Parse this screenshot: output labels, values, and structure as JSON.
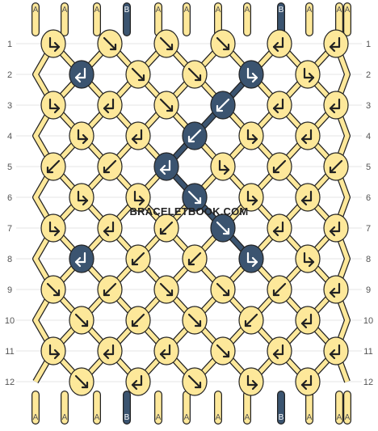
{
  "pattern": {
    "watermark": "BRACELETBOOK.COM",
    "colors": {
      "A": "#fde89a",
      "B": "#3b5470",
      "outline": "#222222",
      "grid": "#e6e6e6"
    },
    "strands_top": [
      "A",
      "A",
      "A",
      "B",
      "A",
      "A",
      "A",
      "A",
      "B",
      "A",
      "A",
      "A"
    ],
    "strands_bottom": [
      "A",
      "A",
      "A",
      "B",
      "A",
      "A",
      "A",
      "A",
      "B",
      "A",
      "A",
      "A"
    ],
    "row_labels": [
      "1",
      "2",
      "3",
      "4",
      "5",
      "6",
      "7",
      "8",
      "9",
      "10",
      "11",
      "12"
    ],
    "rows": [
      [
        {
          "c": "A",
          "d": "fb"
        },
        {
          "c": "A",
          "d": "f"
        },
        {
          "c": "A",
          "d": "f"
        },
        {
          "c": "A",
          "d": "f"
        },
        {
          "c": "A",
          "d": "bf"
        },
        {
          "c": "A",
          "d": "bf"
        }
      ],
      [
        {
          "c": "B",
          "d": "bf"
        },
        {
          "c": "A",
          "d": "f"
        },
        {
          "c": "A",
          "d": "f"
        },
        {
          "c": "B",
          "d": "fb"
        },
        {
          "c": "A",
          "d": "fb"
        }
      ],
      [
        {
          "c": "A",
          "d": "fb"
        },
        {
          "c": "A",
          "d": "bf"
        },
        {
          "c": "A",
          "d": "f"
        },
        {
          "c": "B",
          "d": "b"
        },
        {
          "c": "A",
          "d": "bf"
        },
        {
          "c": "A",
          "d": "bf"
        }
      ],
      [
        {
          "c": "A",
          "d": "fb"
        },
        {
          "c": "A",
          "d": "bf"
        },
        {
          "c": "B",
          "d": "b"
        },
        {
          "c": "A",
          "d": "fb"
        },
        {
          "c": "A",
          "d": "bf"
        }
      ],
      [
        {
          "c": "A",
          "d": "b"
        },
        {
          "c": "A",
          "d": "b"
        },
        {
          "c": "B",
          "d": "bf"
        },
        {
          "c": "A",
          "d": "fb"
        },
        {
          "c": "A",
          "d": "b"
        },
        {
          "c": "A",
          "d": "b"
        }
      ],
      [
        {
          "c": "A",
          "d": "fb"
        },
        {
          "c": "A",
          "d": "fb"
        },
        {
          "c": "B",
          "d": "f"
        },
        {
          "c": "A",
          "d": "fb"
        },
        {
          "c": "A",
          "d": "bf"
        }
      ],
      [
        {
          "c": "A",
          "d": "fb"
        },
        {
          "c": "A",
          "d": "bf"
        },
        {
          "c": "A",
          "d": "b"
        },
        {
          "c": "B",
          "d": "f"
        },
        {
          "c": "A",
          "d": "bf"
        },
        {
          "c": "A",
          "d": "bf"
        }
      ],
      [
        {
          "c": "B",
          "d": "bf"
        },
        {
          "c": "A",
          "d": "b"
        },
        {
          "c": "A",
          "d": "b"
        },
        {
          "c": "B",
          "d": "fb"
        },
        {
          "c": "A",
          "d": "fb"
        }
      ],
      [
        {
          "c": "A",
          "d": "f"
        },
        {
          "c": "A",
          "d": "b"
        },
        {
          "c": "A",
          "d": "f"
        },
        {
          "c": "A",
          "d": "f"
        },
        {
          "c": "A",
          "d": "b"
        },
        {
          "c": "A",
          "d": "bf"
        }
      ],
      [
        {
          "c": "A",
          "d": "f"
        },
        {
          "c": "A",
          "d": "b"
        },
        {
          "c": "A",
          "d": "f"
        },
        {
          "c": "A",
          "d": "b"
        },
        {
          "c": "A",
          "d": "bf"
        }
      ],
      [
        {
          "c": "A",
          "d": "fb"
        },
        {
          "c": "A",
          "d": "bf"
        },
        {
          "c": "A",
          "d": "bf"
        },
        {
          "c": "A",
          "d": "f"
        },
        {
          "c": "A",
          "d": "bf"
        },
        {
          "c": "A",
          "d": "bf"
        }
      ],
      [
        {
          "c": "A",
          "d": "f"
        },
        {
          "c": "A",
          "d": "bf"
        },
        {
          "c": "A",
          "d": "f"
        },
        {
          "c": "A",
          "d": "fb"
        },
        {
          "c": "A",
          "d": "bf"
        }
      ]
    ]
  }
}
